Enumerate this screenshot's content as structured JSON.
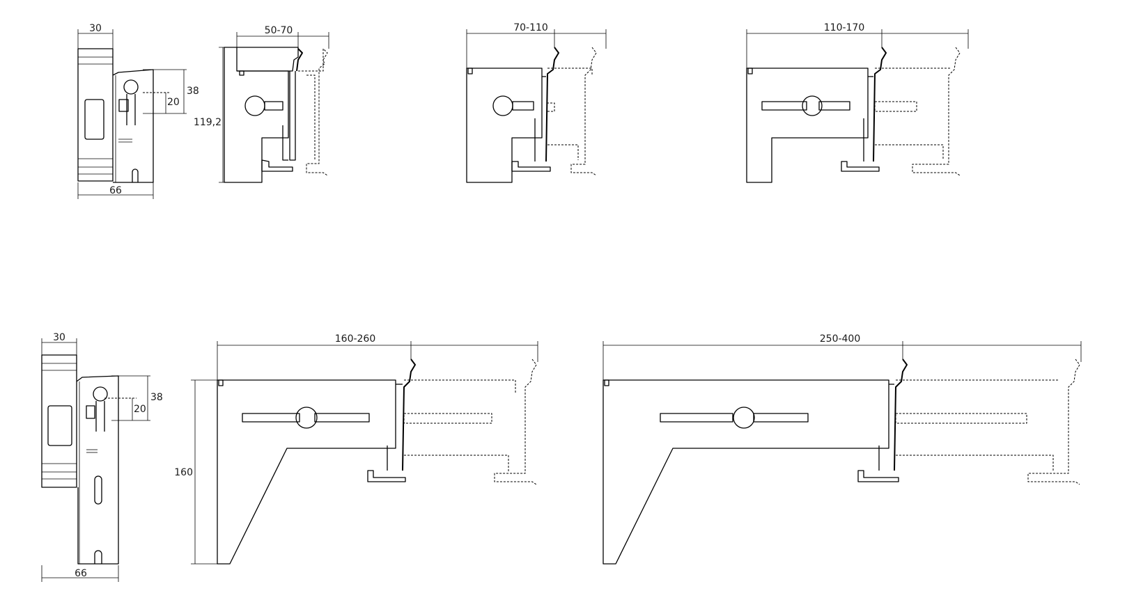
{
  "dimensions": {
    "top_side_width": "30",
    "top_side_depth": "66",
    "top_slot_height": "38",
    "top_slot_pitch": "20",
    "range_a": "50-70",
    "range_b": "70-110",
    "range_c": "110-170",
    "height_small": "119,2",
    "bottom_side_width": "30",
    "bottom_side_depth": "66",
    "bottom_slot_height": "38",
    "bottom_slot_pitch": "20",
    "range_d": "160-260",
    "range_e": "250-400",
    "height_large": "160"
  },
  "colors": {
    "line": "#000000",
    "background": "#ffffff"
  }
}
